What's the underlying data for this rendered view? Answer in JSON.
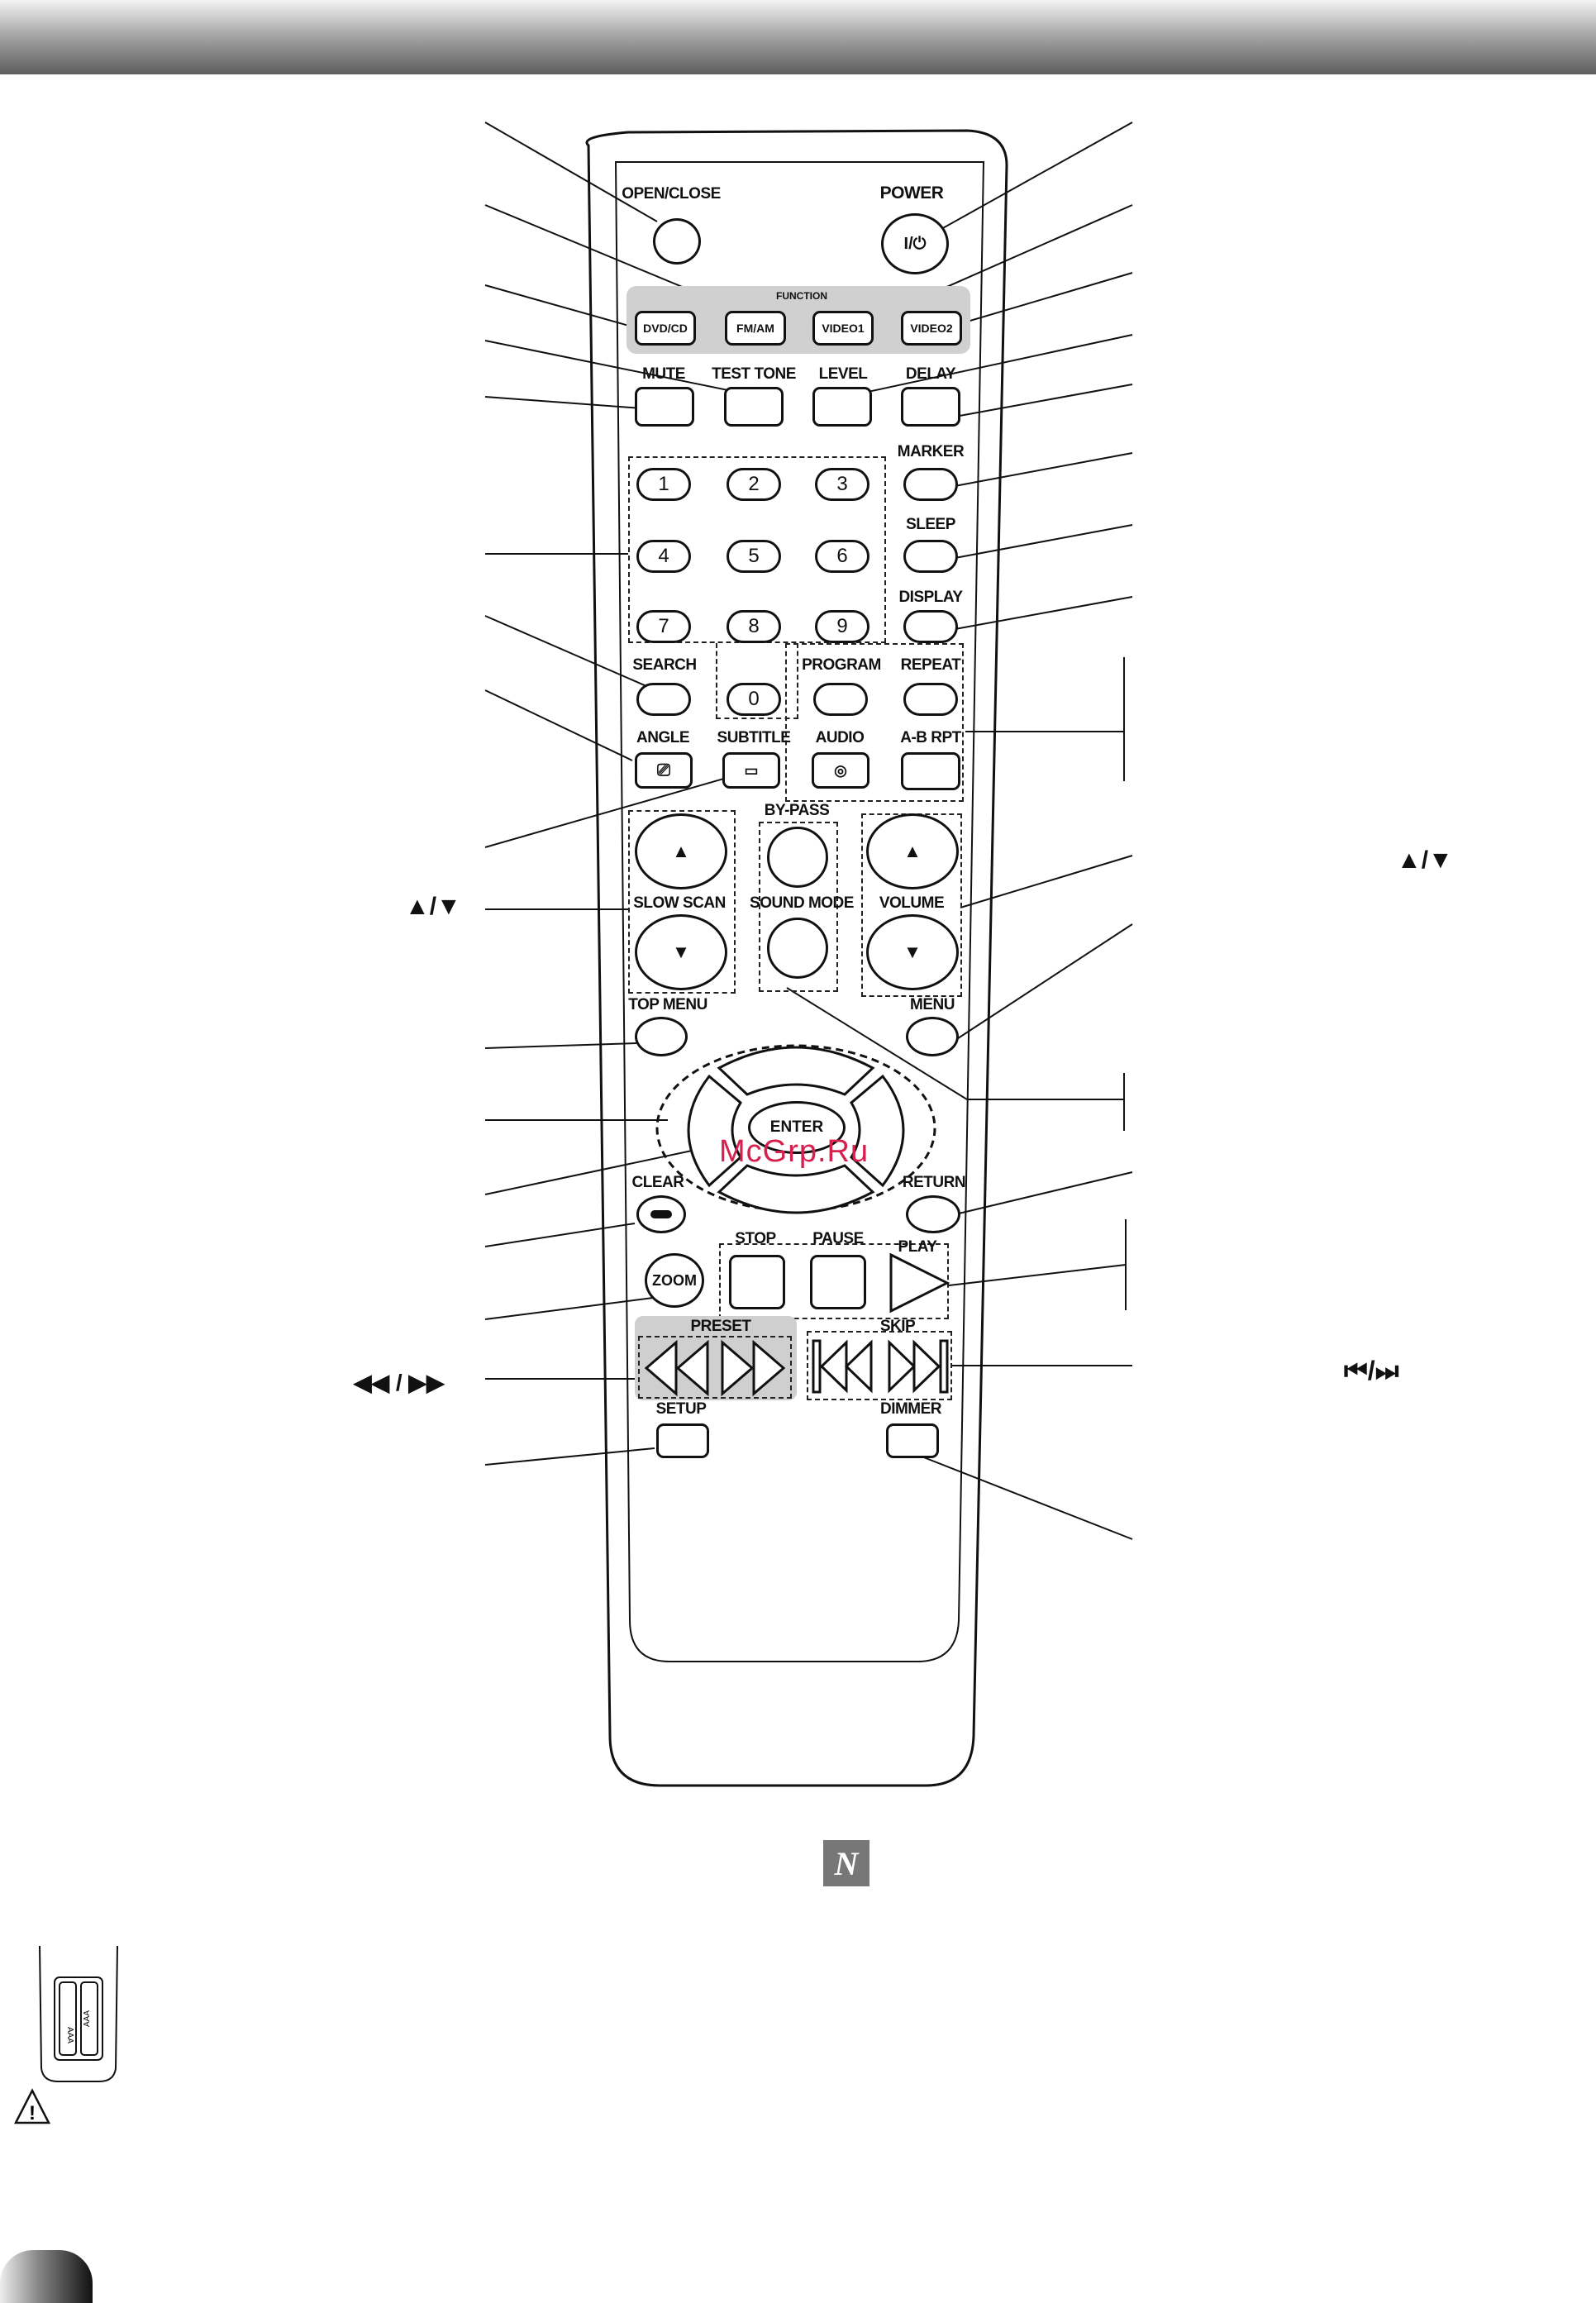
{
  "remote": {
    "open_close": "OPEN/CLOSE",
    "power": "POWER",
    "power_symbol": "I/⏻",
    "function": "FUNCTION",
    "dvd_cd": "DVD/CD",
    "fm_am": "FM/AM",
    "video1": "VIDEO1",
    "video2": "VIDEO2",
    "mute": "MUTE",
    "test_tone": "TEST TONE",
    "level": "LEVEL",
    "delay": "DELAY",
    "marker": "MARKER",
    "sleep": "SLEEP",
    "display": "DISPLAY",
    "numbers": [
      "1",
      "2",
      "3",
      "4",
      "5",
      "6",
      "7",
      "8",
      "9",
      "0"
    ],
    "search": "SEARCH",
    "program": "PROGRAM",
    "repeat": "REPEAT",
    "angle": "ANGLE",
    "subtitle": "SUBTITLE",
    "audio": "AUDIO",
    "ab_rpt": "A-B RPT",
    "by_pass": "BY-PASS",
    "slow_scan": "SLOW SCAN",
    "sound_mode": "SOUND MODE",
    "volume": "VOLUME",
    "top_menu": "TOP MENU",
    "menu": "MENU",
    "enter": "ENTER",
    "clear": "CLEAR",
    "return": "RETURN",
    "stop": "STOP",
    "pause": "PAUSE",
    "play": "PLAY",
    "zoom": "ZOOM",
    "preset": "PRESET",
    "skip": "SKIP",
    "setup": "SETUP",
    "dimmer": "DIMMER"
  },
  "side_labels": {
    "slow_scan_arrows": "▲/▼",
    "volume_arrows": "▲/▼",
    "preset_arrows": "◀◀ / ▶▶",
    "skip_arrows": "⏮/⏭"
  },
  "watermark": "McGrp.Ru",
  "note_icon_letter": "N",
  "battery_text": [
    "AAA",
    "AAA"
  ],
  "warning_symbol": "!"
}
